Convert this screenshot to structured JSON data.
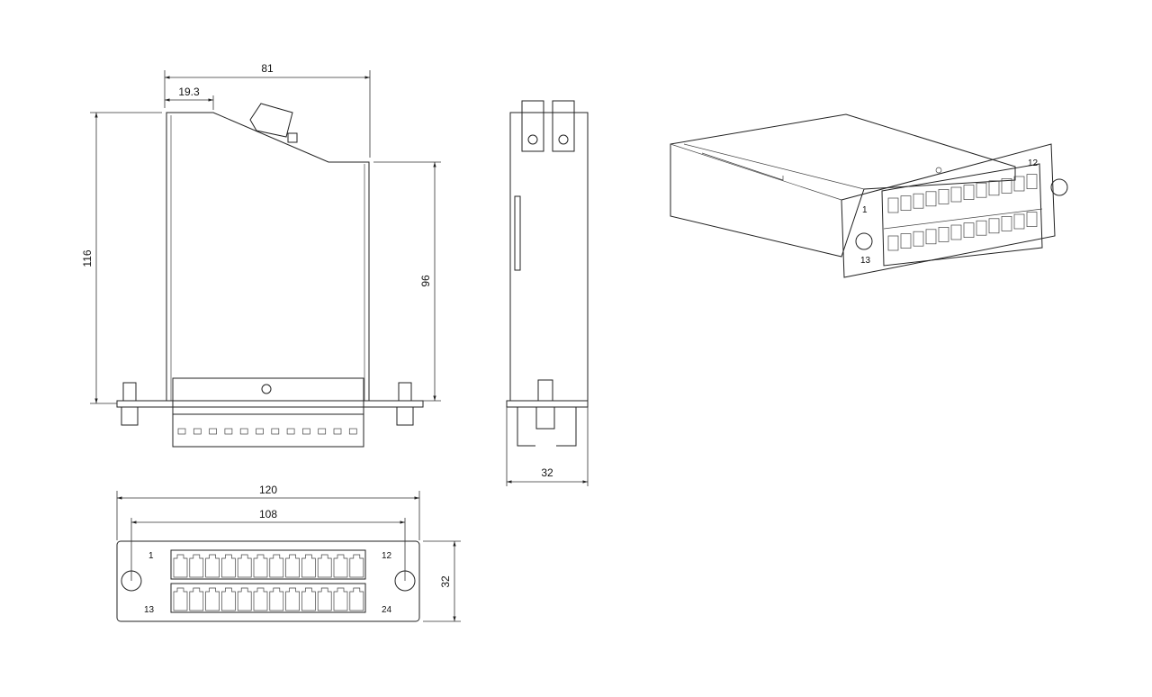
{
  "side_view": {
    "width_dim": "81",
    "offset_dim": "19.3",
    "height_dim": "116",
    "inner_height_dim": "96"
  },
  "edge_view": {
    "depth_dim": "32"
  },
  "front_view": {
    "total_width_dim": "120",
    "hole_spacing_dim": "108",
    "height_dim": "32",
    "port_labels": {
      "top_left": "1",
      "top_right": "12",
      "bottom_left": "13",
      "bottom_right": "24"
    },
    "ports_per_row": 12,
    "rows": 2
  },
  "iso_view": {
    "label_first": "1",
    "label_last_top": "12",
    "label_first_bottom": "13",
    "ports_per_row": 12
  }
}
